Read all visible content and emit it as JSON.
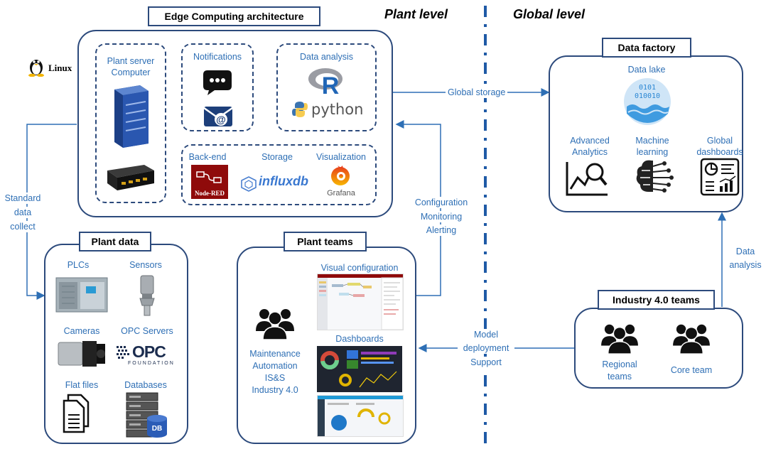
{
  "levels": {
    "plant": "Plant level",
    "global": "Global level"
  },
  "edge": {
    "title": "Edge Computing architecture",
    "linux": "Linux",
    "server": {
      "line1": "Plant server",
      "line2": "Computer"
    },
    "notifications": "Notifications",
    "analysis": {
      "title": "Data analysis",
      "r": "R",
      "python": "python"
    },
    "backend": "Back-end",
    "storage": "Storage",
    "visualization": "Visualization",
    "nodered": "Node-RED",
    "influx": "influxdb",
    "grafana": "Grafana"
  },
  "plant_data": {
    "title": "Plant data",
    "plcs": "PLCs",
    "sensors": "Sensors",
    "cameras": "Cameras",
    "opc": "OPC Servers",
    "opc_logo": "OPC",
    "opc_foundation": "FOUNDATION",
    "flat_files": "Flat files",
    "databases": "Databases",
    "db": "DB"
  },
  "plant_teams": {
    "title": "Plant teams",
    "visual_config": "Visual configuration",
    "dashboards": "Dashboards",
    "roles": [
      "Maintenance",
      "Automation",
      "IS&S",
      "Industry 4.0"
    ]
  },
  "data_factory": {
    "title": "Data factory",
    "lake": "Data lake",
    "lake_bits1": "0101",
    "lake_bits2": "010010",
    "advanced": [
      "Advanced",
      "Analytics"
    ],
    "ml": [
      "Machine",
      "learning"
    ],
    "dash": [
      "Global",
      "dashboards"
    ]
  },
  "industry": {
    "title": "Industry 4.0 teams",
    "regional": [
      "Regional",
      "teams"
    ],
    "core": "Core team"
  },
  "connections": {
    "global_storage": "Global storage",
    "standard": [
      "Standard",
      "data",
      "collect"
    ],
    "config": [
      "Configuration",
      "Monitoring",
      "Alerting"
    ],
    "data_analysis": [
      "Data",
      "analysis"
    ],
    "model": [
      "Model",
      "deployment",
      "Support"
    ]
  },
  "colors": {
    "border": "#2c4a7c",
    "label": "#2e6fb5",
    "line": "#2e6fb5",
    "divider": "#1f5aa6"
  }
}
